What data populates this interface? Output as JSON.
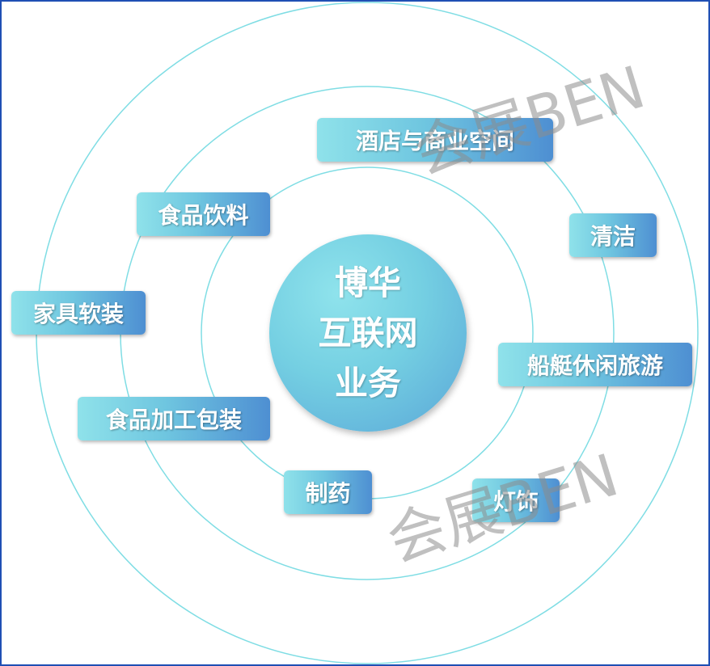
{
  "center": {
    "lines": [
      "博华",
      "互联网",
      "业务"
    ]
  },
  "sectors": [
    "酒店与商业空间",
    "食品饮料",
    "清洁",
    "家具软装",
    "船艇休闲旅游",
    "食品加工包装",
    "制药",
    "灯饰"
  ],
  "watermark": "会展BEN",
  "colors": {
    "frame": "#1f4fb4",
    "rings": "#7fdde4",
    "tag_start": "#8fe2ea",
    "tag_end": "#4e8fd2"
  }
}
